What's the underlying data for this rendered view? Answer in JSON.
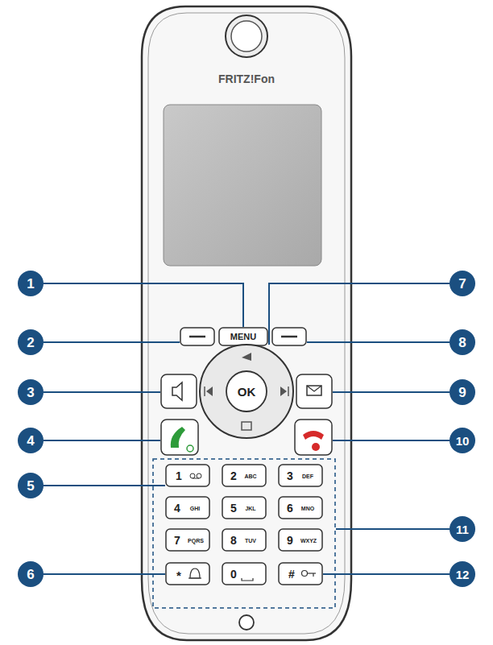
{
  "diagram": {
    "labels": [
      "FRITZ!Fon",
      "MENU",
      "OK",
      "1",
      "2",
      "ABC",
      "3",
      "DEF",
      "4",
      "GHI",
      "5",
      "JKL",
      "6",
      "MNO",
      "7",
      "PQRS",
      "8",
      "TUV",
      "9",
      "WXYZ",
      "*",
      "0",
      "#",
      "1",
      "2",
      "3",
      "4",
      "5",
      "6",
      "7",
      "8",
      "9",
      "10",
      "11",
      "12"
    ]
  }
}
